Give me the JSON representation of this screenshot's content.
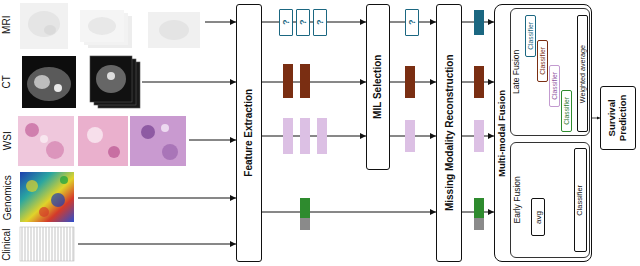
{
  "diagram": {
    "nodes": [
      {
        "text": [
          "Feature Extraction"
        ]
      },
      {
        "text": [
          "?"
        ]
      },
      {
        "text": [
          "?"
        ]
      },
      {
        "text": [
          "?"
        ]
      },
      {
        "text": [
          "MIL Selection"
        ]
      },
      {
        "text": [
          "?"
        ]
      },
      {
        "text": [
          "Missing Modality Reconstruction"
        ]
      },
      {
        "text": [
          "Multi-modal Fusion"
        ]
      },
      {
        "text": [
          "Late Fusion"
        ],
        "in": 7
      },
      {
        "text": [
          "Classifier"
        ],
        "in": 8
      },
      {
        "text": [
          "Classifier"
        ],
        "in": 8
      },
      {
        "text": [
          "Classifier"
        ],
        "in": 8
      },
      {
        "text": [
          "Classifier"
        ],
        "in": 8
      },
      {
        "text": [
          "Weighted average"
        ],
        "in": 8
      },
      {
        "text": [
          "Early Fusion"
        ],
        "in": 7
      },
      {
        "text": [
          "avg"
        ],
        "in": 14
      },
      {
        "text": [
          "Classifier"
        ],
        "in": 14
      },
      {
        "text": [
          "Survival Prediction"
        ]
      }
    ],
    "edges": [
      {
        "from": 0,
        "to": 4,
        "arrow": "to"
      },
      {
        "from": 0,
        "to": 4,
        "arrow": "to"
      },
      {
        "from": 0,
        "to": 4,
        "arrow": "to"
      },
      {
        "from": 0,
        "to": 6,
        "arrow": "to"
      },
      {
        "from": 4,
        "to": 6,
        "arrow": "to"
      },
      {
        "from": 4,
        "to": 6,
        "arrow": "to"
      },
      {
        "from": 4,
        "to": 6,
        "arrow": "to"
      },
      {
        "from": 6,
        "to": 7,
        "arrow": "to"
      },
      {
        "from": 6,
        "to": 7,
        "arrow": "to"
      },
      {
        "from": 6,
        "to": 7,
        "arrow": "to"
      },
      {
        "from": 6,
        "to": 7,
        "arrow": "to"
      },
      {
        "from": 9,
        "to": 13,
        "arrow": "to"
      },
      {
        "from": 10,
        "to": 13,
        "arrow": "to"
      },
      {
        "from": 11,
        "to": 13,
        "arrow": "to"
      },
      {
        "from": 12,
        "to": 13,
        "arrow": "to"
      },
      {
        "from": 15,
        "to": 16,
        "arrow": "to"
      },
      {
        "from": 7,
        "to": 17,
        "arrow": "to"
      }
    ],
    "labels": [
      "MRI",
      "CT",
      "WSI",
      "Genomics",
      "Clinical"
    ]
  }
}
